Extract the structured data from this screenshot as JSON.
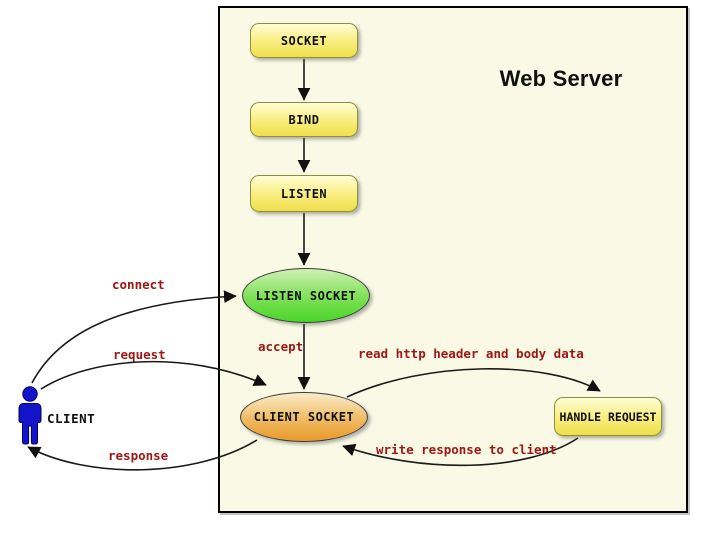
{
  "diagram": {
    "title": "Web Server",
    "nodes": {
      "socket": {
        "label": "SOCKET",
        "shape": "rounded-rect",
        "color": "#EFDF48"
      },
      "bind": {
        "label": "BIND",
        "shape": "rounded-rect",
        "color": "#EFDF48"
      },
      "listen": {
        "label": "LISTEN",
        "shape": "rounded-rect",
        "color": "#EFDF48"
      },
      "listen_socket": {
        "label": "LISTEN SOCKET",
        "shape": "ellipse",
        "color": "#49D629"
      },
      "client_socket": {
        "label": "CLIENT SOCKET",
        "shape": "ellipse",
        "color": "#E89A2A"
      },
      "handle_request": {
        "label": "HANDLE REQUEST",
        "shape": "rounded-rect",
        "color": "#EFDF48"
      }
    },
    "actor": {
      "label": "CLIENT",
      "icon": "person-icon",
      "color": "#1414C8"
    },
    "edges": [
      {
        "from": "SOCKET",
        "to": "BIND",
        "label": ""
      },
      {
        "from": "BIND",
        "to": "LISTEN",
        "label": ""
      },
      {
        "from": "LISTEN",
        "to": "LISTEN SOCKET",
        "label": ""
      },
      {
        "from": "LISTEN SOCKET",
        "to": "CLIENT SOCKET",
        "label": "accept"
      },
      {
        "from": "CLIENT",
        "to": "LISTEN SOCKET",
        "label": "connect"
      },
      {
        "from": "CLIENT",
        "to": "CLIENT SOCKET",
        "label": "request"
      },
      {
        "from": "CLIENT SOCKET",
        "to": "CLIENT",
        "label": "response"
      },
      {
        "from": "CLIENT SOCKET",
        "to": "HANDLE REQUEST",
        "label": "read http header and body data"
      },
      {
        "from": "HANDLE REQUEST",
        "to": "CLIENT SOCKET",
        "label": "write response to client"
      }
    ],
    "colors": {
      "panel_background": "#F9F9E6",
      "panel_border": "#000000",
      "node_yellow": "#EFDF48",
      "node_border_olive": "#8E8E3E",
      "ellipse_green": "#49D629",
      "ellipse_orange": "#E89A2A",
      "edge_label_red": "#9E1512",
      "actor_blue": "#1414C8",
      "arrow_black": "#101010"
    }
  }
}
